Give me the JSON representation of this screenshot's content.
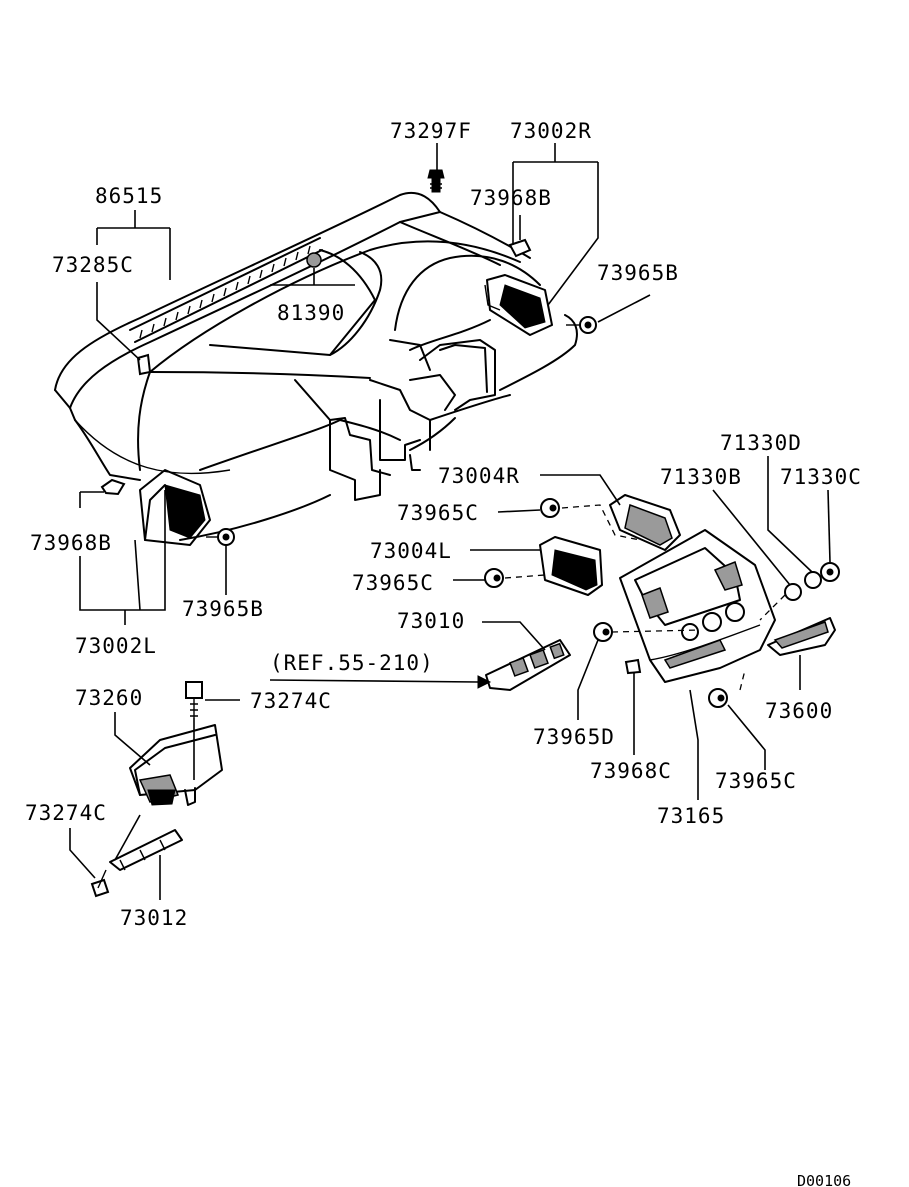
{
  "labels": {
    "p73297F": "73297F",
    "p73002R": "73002R",
    "p86515": "86515",
    "p73968B_top": "73968B",
    "p73285C": "73285C",
    "p73965B_top": "73965B",
    "p81390": "81390",
    "p73004R": "73004R",
    "p71330D": "71330D",
    "p71330B": "71330B",
    "p71330C": "71330C",
    "p73965C_a": "73965C",
    "p73968B_left": "73968B",
    "p73004L": "73004L",
    "p73965C_b": "73965C",
    "p73965B_left": "73965B",
    "p73002L": "73002L",
    "p73010": "73010",
    "ref": "(REF.55-210)",
    "p73260": "73260",
    "p73274C_a": "73274C",
    "p73600": "73600",
    "p73965D": "73965D",
    "p73968C": "73968C",
    "p73965C_c": "73965C",
    "p73274C_b": "73274C",
    "p73165": "73165",
    "p73012": "73012"
  },
  "diagram_code": "D00106"
}
